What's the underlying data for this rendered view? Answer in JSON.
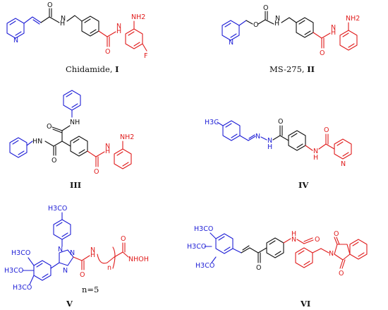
{
  "captions": {
    "c1_name": "Chidamide, ",
    "c1_num": "I",
    "c2_name": "MS-275, ",
    "c2_num": "II",
    "c3": "III",
    "c4": "IV",
    "c5": "V",
    "c6": "VI",
    "n_value": "n=5"
  },
  "atoms": {
    "nh": "NH",
    "hn": "HN",
    "h": "H",
    "n": "N",
    "o": "O",
    "nh2": "NH2",
    "f": "F",
    "h3c": "H3C",
    "och3": "H3CO",
    "och3_para": "H3CO",
    "methoxy_v": "H3CO",
    "hydroxamate": "NHOH",
    "n_sub": "n"
  },
  "colors": {
    "blue": "#1f1fd6",
    "red": "#e01b1b",
    "black": "#111111"
  }
}
